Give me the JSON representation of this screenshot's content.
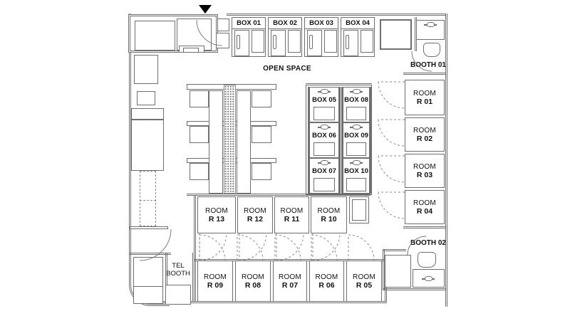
{
  "colors": {
    "line": "#6f6f6f",
    "text": "#111111",
    "background": "#ffffff"
  },
  "open_space_label": "OPEN SPACE",
  "top_boxes": [
    {
      "label": "BOX 01"
    },
    {
      "label": "BOX 02"
    },
    {
      "label": "BOX 03"
    },
    {
      "label": "BOX 04"
    }
  ],
  "mid_boxes": [
    {
      "label": "BOX 05"
    },
    {
      "label": "BOX 08"
    },
    {
      "label": "BOX 06"
    },
    {
      "label": "BOX 09"
    },
    {
      "label": "BOX 07"
    },
    {
      "label": "BOX 10"
    }
  ],
  "right_rooms": [
    {
      "name": "ROOM",
      "number": "R 01"
    },
    {
      "name": "ROOM",
      "number": "R 02"
    },
    {
      "name": "ROOM",
      "number": "R 03"
    },
    {
      "name": "ROOM",
      "number": "R 04"
    }
  ],
  "mid_rooms": [
    {
      "name": "ROOM",
      "number": "R 13"
    },
    {
      "name": "ROOM",
      "number": "R 12"
    },
    {
      "name": "ROOM",
      "number": "R 11"
    },
    {
      "name": "ROOM",
      "number": "R 10"
    }
  ],
  "bottom_rooms": [
    {
      "name": "ROOM",
      "number": "R 09"
    },
    {
      "name": "ROOM",
      "number": "R 08"
    },
    {
      "name": "ROOM",
      "number": "R 07"
    },
    {
      "name": "ROOM",
      "number": "R 06"
    },
    {
      "name": "ROOM",
      "number": "R 05"
    }
  ],
  "booth_01_label": "BOOTH 01",
  "booth_02_label": "BOOTH 02",
  "tel_booth": {
    "line1": "TEL",
    "line2": "BOOTH"
  }
}
